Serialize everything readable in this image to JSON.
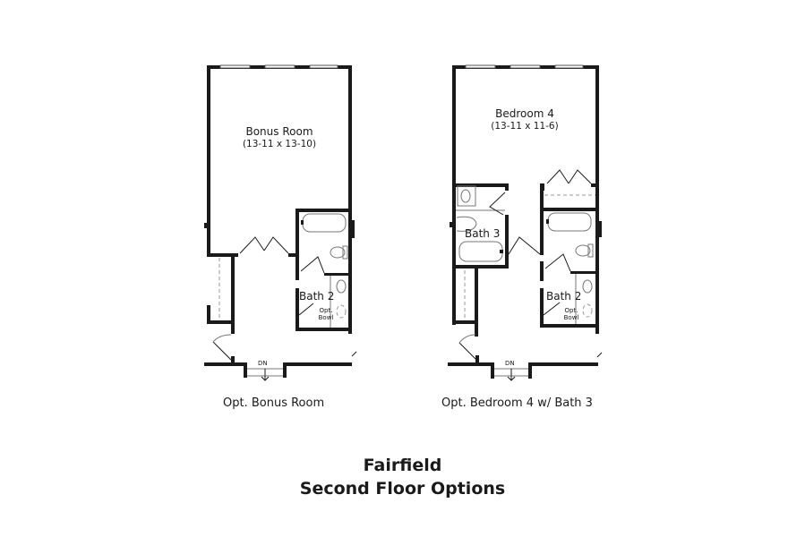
{
  "plans": [
    {
      "caption": "Opt. Bonus Room",
      "rooms": [
        {
          "name": "Bonus Room",
          "dimensions": "(13-11 x 13-10)"
        },
        {
          "name": "Bath 2",
          "note": "Opt. Bowl"
        }
      ],
      "stair_label": "DN"
    },
    {
      "caption": "Opt. Bedroom 4 w/ Bath 3",
      "rooms": [
        {
          "name": "Bedroom 4",
          "dimensions": "(13-11 x 11-6)"
        },
        {
          "name": "Bath 3"
        },
        {
          "name": "Bath 2",
          "note": "Opt. Bowl"
        }
      ],
      "stair_label": "DN"
    }
  ],
  "title": {
    "line1": "Fairfield",
    "line2": "Second Floor Options"
  }
}
